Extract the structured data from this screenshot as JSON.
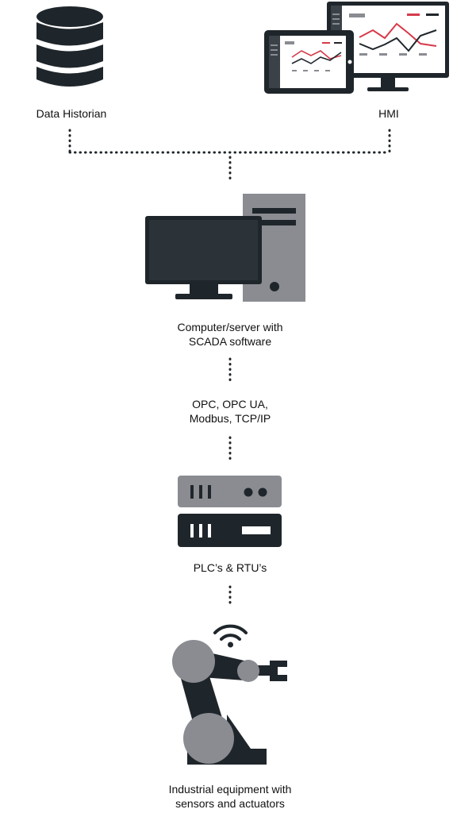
{
  "labels": {
    "historian": "Data Historian",
    "hmi": "HMI",
    "scada_line1": "Computer/server with",
    "scada_line2": "SCADA software",
    "protocols_line1": "OPC, OPC UA,",
    "protocols_line2": "Modbus, TCP/IP",
    "plc": "PLC’s & RTU’s",
    "equipment_line1": "Industrial equipment with",
    "equipment_line2": "sensors and actuators"
  },
  "icons": {
    "historian": "database-icon",
    "hmi": "hmi-dashboard-monitors-icon",
    "scada": "desktop-computer-icon",
    "plc": "plc-rack-icon",
    "equipment": "robot-arm-icon",
    "wireless": "wifi-icon"
  },
  "colors": {
    "dark": "#1f262b",
    "grey": "#8a8c92",
    "light_grey": "#a6a8ad",
    "accent_red": "#d63a4a",
    "text": "#111111"
  }
}
